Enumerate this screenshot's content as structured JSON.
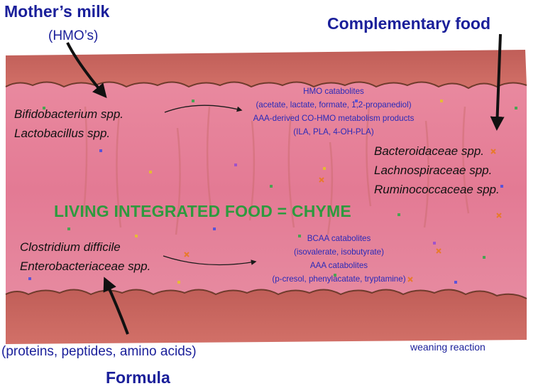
{
  "labels": {
    "mothers_milk": "Mother’s milk",
    "hmos": "(HMO’s)",
    "complementary_food": "Complementary food",
    "formula_inputs": "(proteins, peptides, amino acids)",
    "formula": "Formula",
    "weaning_reaction": "weaning reaction",
    "center_title": "LIVING INTEGRATED FOOD = CHYME"
  },
  "top_left_bacteria": [
    "Bifidobacterium spp.",
    "Lactobacillus spp."
  ],
  "top_metabolites": [
    "HMO catabolites",
    "(acetate, lactate, formate, 1,2-propanediol)",
    "AAA-derived CO-HMO metabolism products",
    "(ILA, PLA, 4-OH-PLA)"
  ],
  "right_bacteria": [
    "Bacteroidaceae spp.",
    "Lachnospiraceae spp.",
    "Ruminococcaceae spp."
  ],
  "bottom_left_bacteria": [
    "Clostridium difficile",
    "Enterobacteriaceae spp."
  ],
  "bottom_metabolites": [
    "BCAA catabolites",
    "(isovalerate, isobutyrate)",
    "AAA catabolites",
    "(p-cresol, phenylacatate, tryptamine)"
  ],
  "colors": {
    "label_blue": "#1a1f9a",
    "metabolite_blue": "#2a2ab8",
    "title_green": "#2e9a3e",
    "gut_wall": "#c8655e",
    "lumen_pink": "#e57c96"
  }
}
